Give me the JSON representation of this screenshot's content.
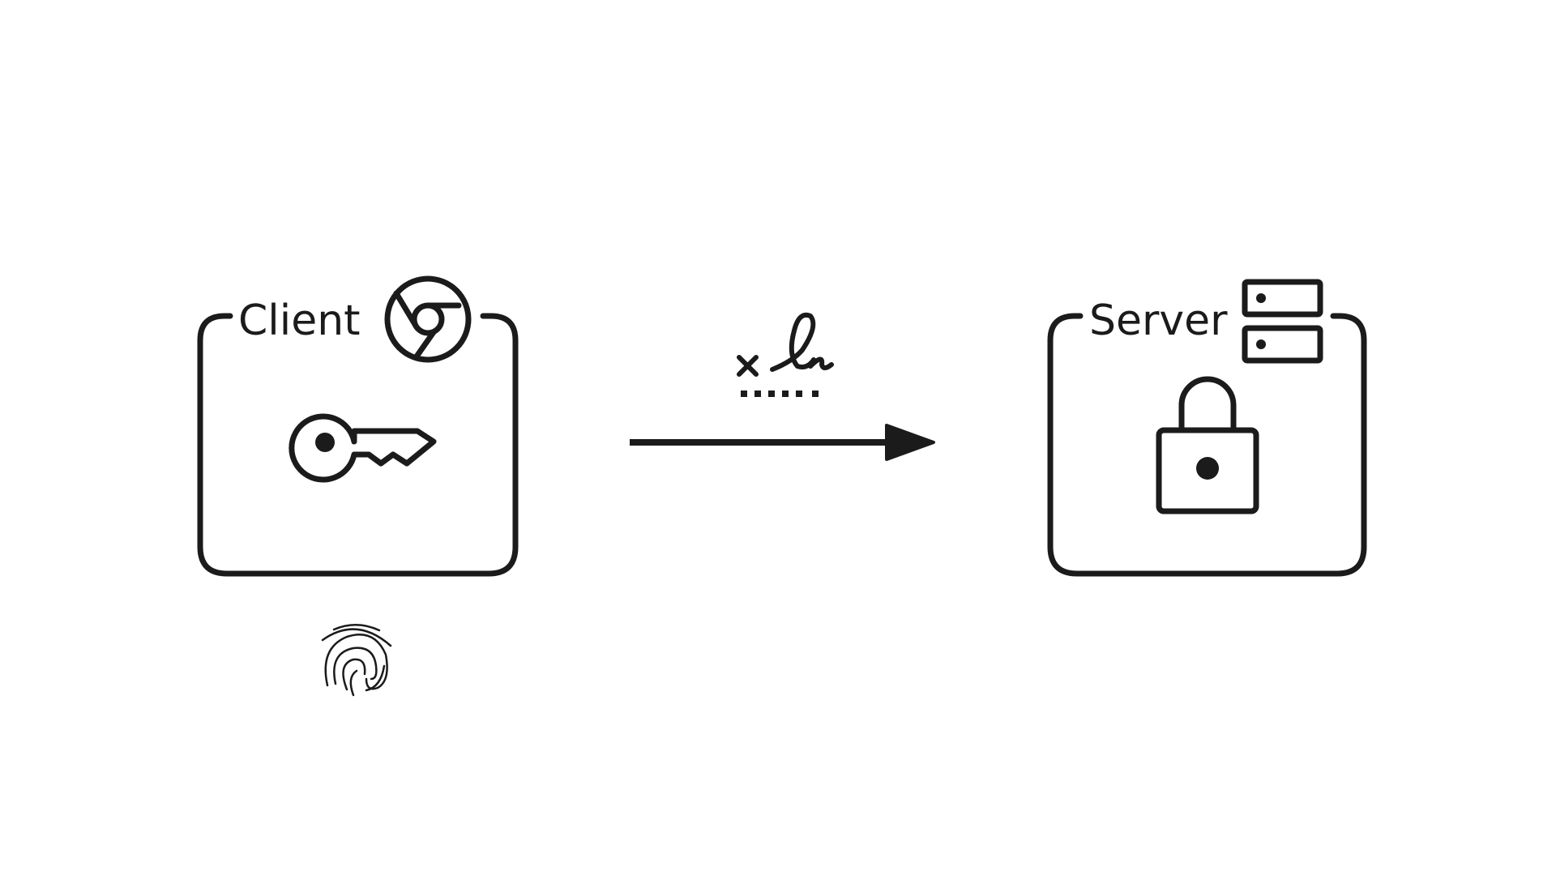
{
  "client": {
    "label": "Client",
    "browser_icon": "chrome-icon",
    "content_icon": "key-icon",
    "below_icon": "fingerprint-icon"
  },
  "server": {
    "label": "Server",
    "header_icon": "server-stack-icon",
    "content_icon": "padlock-icon"
  },
  "connector": {
    "direction": "client-to-server",
    "icon": "signature-icon"
  },
  "colors": {
    "stroke": "#1b1b1b",
    "background": "#ffffff"
  }
}
